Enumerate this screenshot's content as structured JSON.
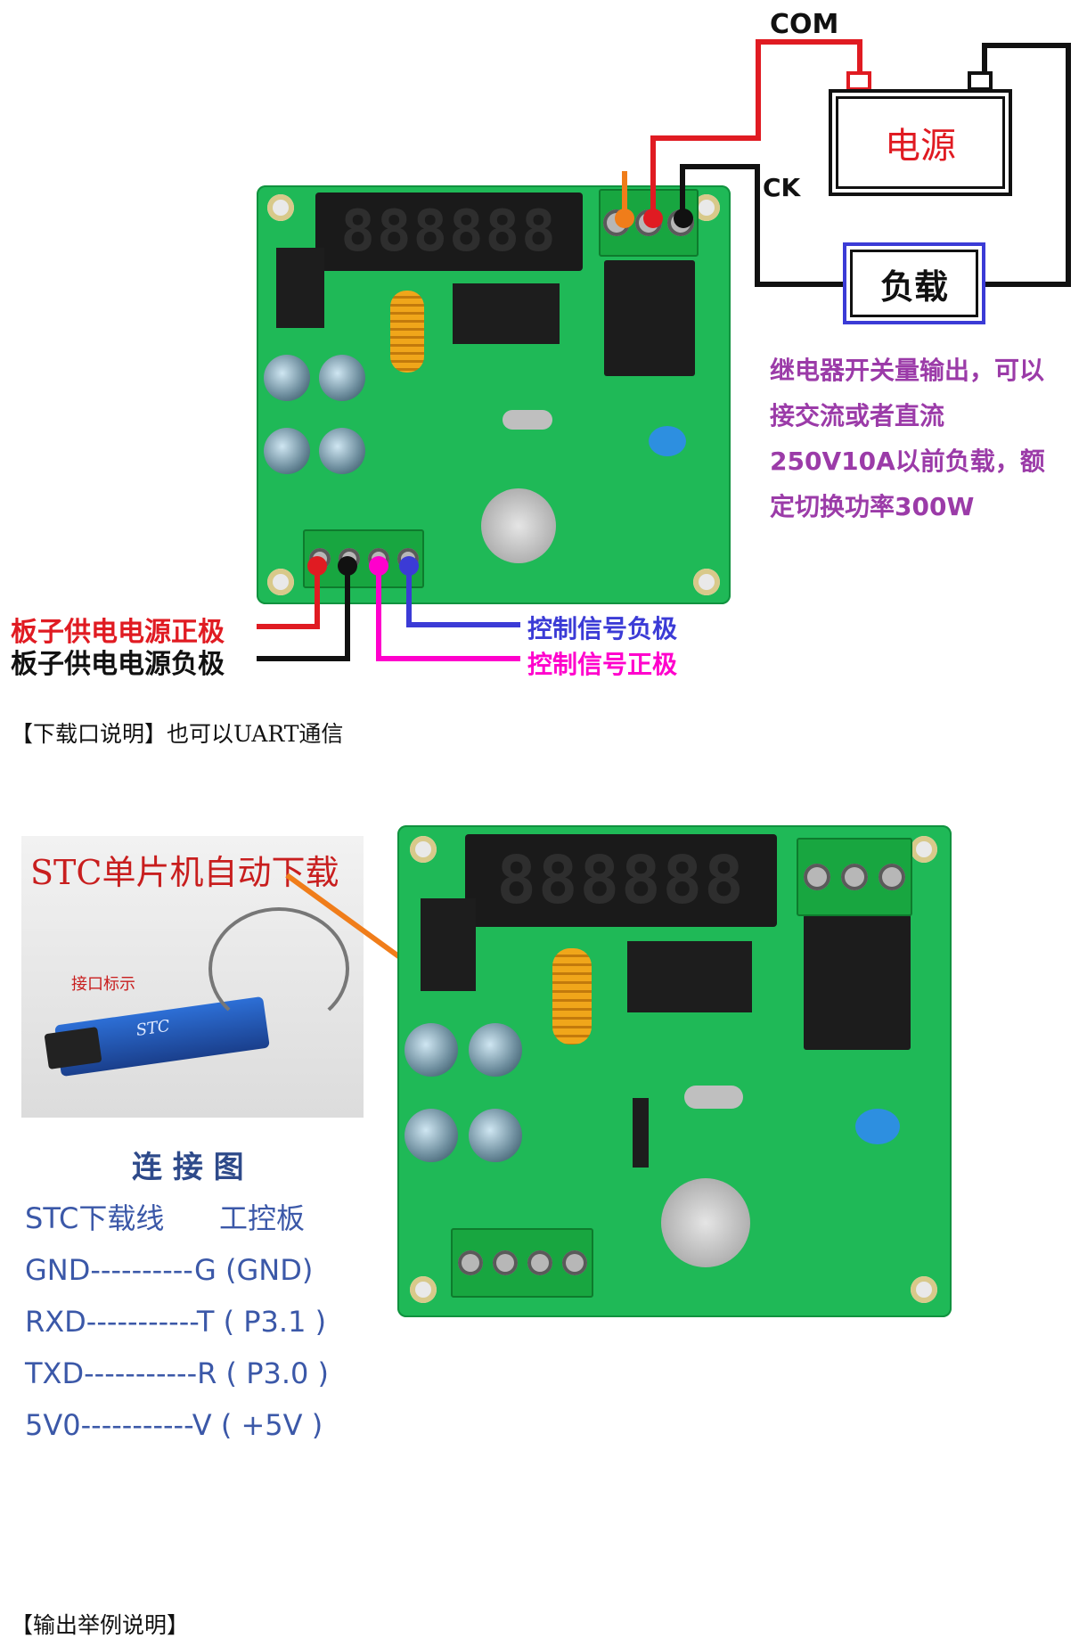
{
  "diagram1": {
    "com_label": "COM",
    "ck_label": "CK",
    "power_label": "电源",
    "load_label": "负载",
    "relay_note_lines": [
      "继电器开关量输出，可以",
      "接交流或者直流",
      "250V10A以前负载，额",
      "定切换功率300W"
    ],
    "board_pos_label": "板子供电电源正极",
    "board_neg_label": "板子供电电源负极",
    "ctrl_neg_label": "控制信号负极",
    "ctrl_pos_label": "控制信号正极",
    "display_text": "888888",
    "colors": {
      "red": "#e01b22",
      "black": "#111111",
      "magenta": "#ff00cc",
      "blue": "#3b3bd6",
      "purple": "#9b3ba8",
      "orange": "#f07d1a"
    }
  },
  "section2": {
    "heading": "【下载口说明】也可以UART通信",
    "photo_title": "STC单片机自动下载",
    "photo_note": "接口标示",
    "usb_text": "STC",
    "connection_title": "连 接 图",
    "table_header": {
      "left": "STC下载线",
      "right": "工控板"
    },
    "rows": [
      "GND----------G  (GND)",
      "RXD-----------T ( P3.1 )",
      "TXD-----------R ( P3.0 )",
      "5V0-----------V ( +5V )"
    ],
    "display_text": "888888"
  },
  "section3": {
    "heading": "【输出举例说明】"
  }
}
